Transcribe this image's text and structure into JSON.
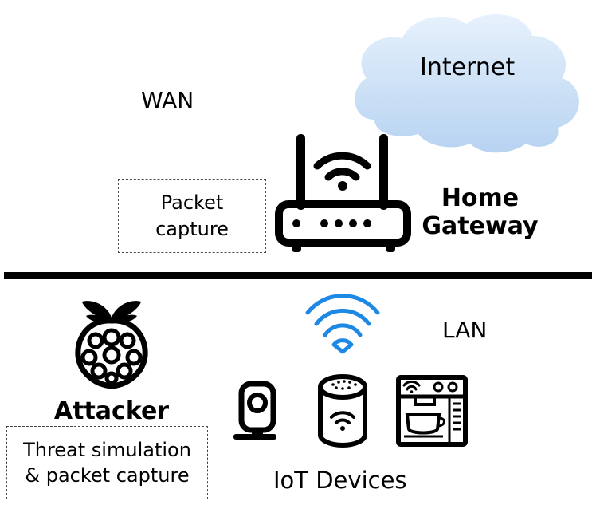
{
  "wan": {
    "label": "WAN"
  },
  "lan": {
    "label": "LAN"
  },
  "internet": {
    "label": "Internet"
  },
  "gateway": {
    "line1": "Home",
    "line2": "Gateway"
  },
  "packet_capture": {
    "line1": "Packet",
    "line2": "capture"
  },
  "attacker": {
    "label": "Attacker",
    "note_line1": "Threat simulation",
    "note_line2": "& packet capture"
  },
  "iot": {
    "label": "IoT Devices"
  },
  "colors": {
    "cloud_light": "#dcebfb",
    "cloud_dark": "#b9d5f2",
    "wifi_blue": "#1e88e5",
    "divider": "#000000"
  },
  "icons": [
    "cloud-icon",
    "router-icon",
    "raspberry-pi-icon",
    "wifi-icon",
    "camera-icon",
    "smart-speaker-icon",
    "coffee-machine-icon"
  ]
}
